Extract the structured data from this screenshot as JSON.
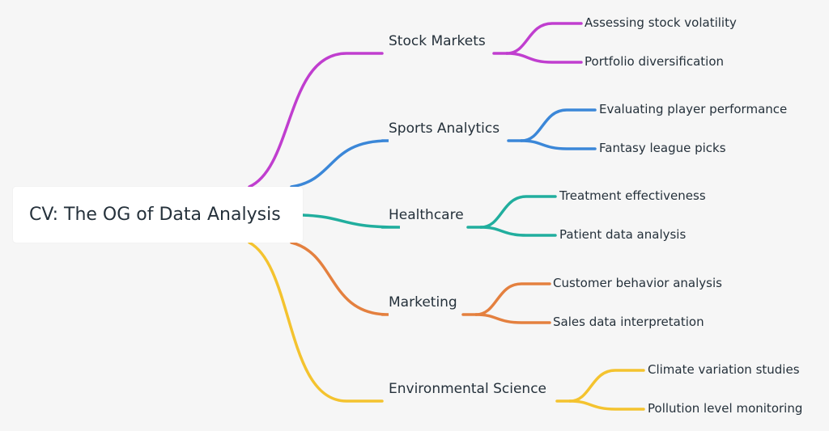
{
  "root": {
    "label": "CV: The OG of Data Analysis"
  },
  "branches": [
    {
      "label": "Stock Markets",
      "color": "#c03ecf",
      "leaves": [
        "Assessing stock volatility",
        "Portfolio diversification"
      ]
    },
    {
      "label": "Sports Analytics",
      "color": "#3b87d8",
      "leaves": [
        "Evaluating player performance",
        "Fantasy league picks"
      ]
    },
    {
      "label": "Healthcare",
      "color": "#21ae9e",
      "leaves": [
        "Treatment effectiveness",
        "Patient data analysis"
      ]
    },
    {
      "label": "Marketing",
      "color": "#e4803f",
      "leaves": [
        "Customer behavior analysis",
        "Sales data interpretation"
      ]
    },
    {
      "label": "Environmental Science",
      "color": "#f4c32f",
      "leaves": [
        "Climate variation studies",
        "Pollution level monitoring"
      ]
    }
  ]
}
